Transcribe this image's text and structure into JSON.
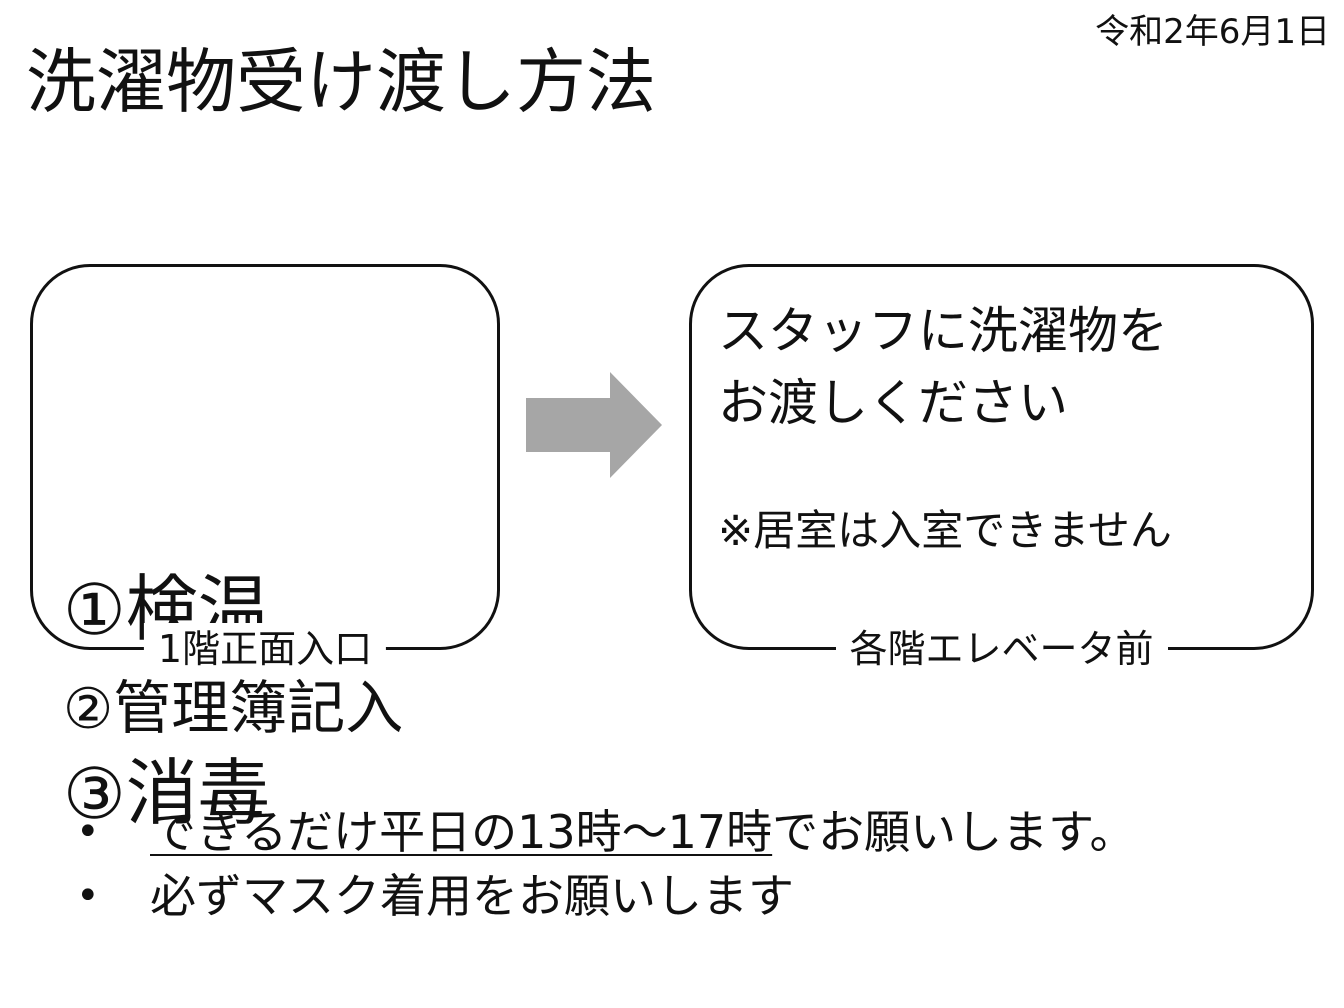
{
  "date": "令和2年6月1日",
  "title": "洗濯物受け渡し方法",
  "left_box": {
    "steps": [
      {
        "num": "①",
        "text": "検温"
      },
      {
        "num": "②",
        "text": "管理簿記入"
      },
      {
        "num": "③",
        "text": "消毒"
      }
    ],
    "label": "1階正面入口"
  },
  "right_box": {
    "message_line1": "スタッフに洗濯物を",
    "message_line2": "お渡しください",
    "note": "※居室は入室できません",
    "label": "各階エレベータ前"
  },
  "arrow_color": "#a6a6a6",
  "bullets": {
    "item1_underlined": "できるだけ平日の13時～17時",
    "item1_rest": "でお願いします。",
    "item2": "必ずマスク着用をお願いします",
    "marker": "•"
  }
}
